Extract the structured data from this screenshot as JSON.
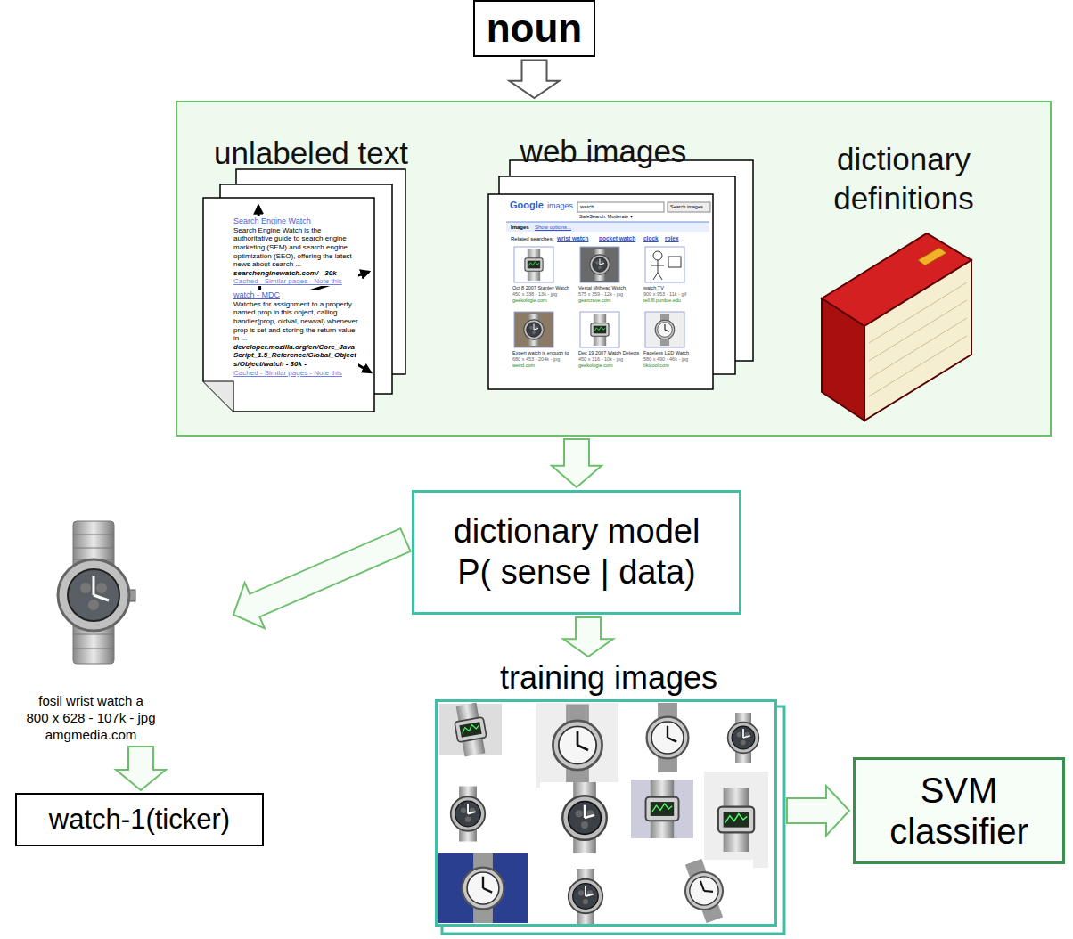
{
  "diagram": {
    "nodes": [
      {
        "text": [
          "noun"
        ]
      },
      {
        "text": [
          "unlabeled text",
          "web images",
          "dictionary definitions"
        ]
      },
      {
        "text": [
          "dictionary model",
          "P( sense | data)"
        ]
      },
      {
        "text": [
          "watch-1(ticker)"
        ]
      },
      {
        "text": [
          "training images"
        ]
      },
      {
        "text": [
          "SVM classifier"
        ]
      }
    ],
    "edges": [
      {
        "from": 0,
        "to": 1,
        "arrow": "to"
      },
      {
        "from": 1,
        "to": 2,
        "arrow": "to"
      },
      {
        "from": 2,
        "to": 4,
        "arrow": "to"
      },
      {
        "from": 4,
        "to": 5,
        "arrow": "to"
      }
    ],
    "labels": [
      "Search Engine Watch",
      "Search Engine Watch is the authoritative guide to search engine marketing (SEM) and search engine optimization (SEO), offering the latest news about search ...",
      "searchenginewatch.com/ - 30k -",
      "Cached - Similar pages - Note this",
      "watch - MDC",
      "Watches for assignment to a property named prop in this object, calling handler(prop, oldval, newval) whenever prop is set and storing the return value in ...",
      "developer.mozilla.org/en/Core_JavaScript_1.5_Reference/Global_Objects/Object/watch - 30k -",
      "Cached - Similar pages - Note this",
      "Google",
      "images",
      "watch",
      "Search images",
      "SafeSearch: Moderate ▾",
      "Images",
      "Show options...",
      "Related searches:",
      "wrist watch",
      "pocket watch",
      "clock",
      "rolex",
      "Oct 8 2007 Stanley Watch",
      "450 x 338 - 13k - jpg",
      "geekologie.com",
      "Vestal Mithead Watch",
      "575 x 359 - 12k - jpg",
      "gearcrave.com",
      "watch TV",
      "900 x 953 - 11k - gif",
      "tell.fll.purdue.edu",
      "Expert watch is enough to",
      "680 x 453 - 204k - jpg",
      "weird.com",
      "Dec 19 2007 Watch Detects",
      "450 x 316 - 10k - jpg",
      "geekologie.com",
      "Faceless LED Watch",
      "580 x 490 - 46k - jpg",
      "tikicool.com",
      "fosil wrist watch a",
      "800 x 628 - 107k - jpg",
      "amgmedia.com"
    ]
  }
}
